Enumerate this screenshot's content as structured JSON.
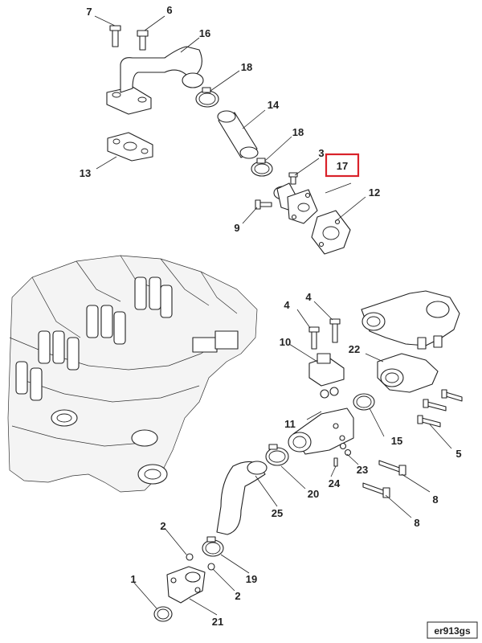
{
  "callouts": [
    {
      "id": "c7",
      "label": "7"
    },
    {
      "id": "c6",
      "label": "6"
    },
    {
      "id": "c16",
      "label": "16"
    },
    {
      "id": "c18a",
      "label": "18"
    },
    {
      "id": "c14",
      "label": "14"
    },
    {
      "id": "c18b",
      "label": "18"
    },
    {
      "id": "c3",
      "label": "3"
    },
    {
      "id": "c17",
      "label": "17"
    },
    {
      "id": "c12",
      "label": "12"
    },
    {
      "id": "c13",
      "label": "13"
    },
    {
      "id": "c9",
      "label": "9"
    },
    {
      "id": "c4a",
      "label": "4"
    },
    {
      "id": "c4b",
      "label": "4"
    },
    {
      "id": "c10",
      "label": "10"
    },
    {
      "id": "c22",
      "label": "22"
    },
    {
      "id": "c11",
      "label": "11"
    },
    {
      "id": "c15",
      "label": "15"
    },
    {
      "id": "c5",
      "label": "5"
    },
    {
      "id": "c23",
      "label": "23"
    },
    {
      "id": "c24",
      "label": "24"
    },
    {
      "id": "c20",
      "label": "20"
    },
    {
      "id": "c8a",
      "label": "8"
    },
    {
      "id": "c8b",
      "label": "8"
    },
    {
      "id": "c25",
      "label": "25"
    },
    {
      "id": "c2a",
      "label": "2"
    },
    {
      "id": "c2b",
      "label": "2"
    },
    {
      "id": "c19",
      "label": "19"
    },
    {
      "id": "c1",
      "label": "1"
    },
    {
      "id": "c21",
      "label": "21"
    }
  ],
  "highlighted_callout": "17",
  "reference_code": "er913gs",
  "highlight_color": "#d9222a"
}
